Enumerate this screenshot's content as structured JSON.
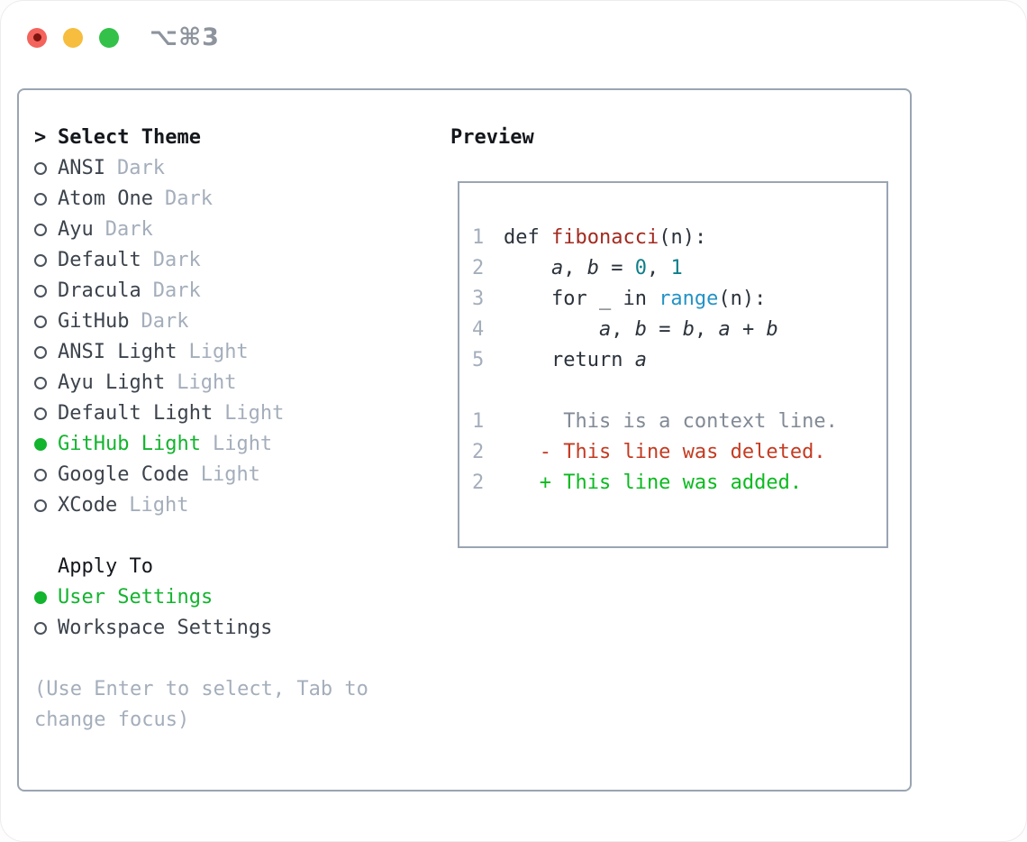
{
  "titlebar": {
    "shortcut": "⌥⌘3"
  },
  "theme_panel": {
    "cursor_glyph": ">",
    "title": "Select Theme",
    "themes": [
      {
        "name": "ANSI",
        "variant": "Dark",
        "selected": false
      },
      {
        "name": "Atom One",
        "variant": "Dark",
        "selected": false
      },
      {
        "name": "Ayu",
        "variant": "Dark",
        "selected": false
      },
      {
        "name": "Default",
        "variant": "Dark",
        "selected": false
      },
      {
        "name": "Dracula",
        "variant": "Dark",
        "selected": false
      },
      {
        "name": "GitHub",
        "variant": "Dark",
        "selected": false
      },
      {
        "name": "ANSI Light",
        "variant": "Light",
        "selected": false
      },
      {
        "name": "Ayu Light",
        "variant": "Light",
        "selected": false
      },
      {
        "name": "Default Light",
        "variant": "Light",
        "selected": false
      },
      {
        "name": "GitHub Light",
        "variant": "Light",
        "selected": true
      },
      {
        "name": "Google Code",
        "variant": "Light",
        "selected": false
      },
      {
        "name": "XCode",
        "variant": "Light",
        "selected": false
      }
    ],
    "apply_to": {
      "title": "Apply To",
      "options": [
        {
          "label": "User Settings",
          "selected": true
        },
        {
          "label": "Workspace Settings",
          "selected": false
        }
      ]
    },
    "hint": "(Use Enter to select, Tab to change focus)"
  },
  "preview": {
    "title": "Preview",
    "lines": [
      {
        "num": "1",
        "tokens": [
          {
            "t": "def ",
            "c": "plain"
          },
          {
            "t": "fibonacci",
            "c": "fn"
          },
          {
            "t": "(n):",
            "c": "plain"
          }
        ]
      },
      {
        "num": "2",
        "tokens": [
          {
            "t": "    ",
            "c": "plain"
          },
          {
            "t": "a",
            "c": "var"
          },
          {
            "t": ", ",
            "c": "plain"
          },
          {
            "t": "b",
            "c": "var"
          },
          {
            "t": " = ",
            "c": "plain"
          },
          {
            "t": "0",
            "c": "lit"
          },
          {
            "t": ", ",
            "c": "plain"
          },
          {
            "t": "1",
            "c": "lit"
          }
        ]
      },
      {
        "num": "3",
        "tokens": [
          {
            "t": "    for _ in ",
            "c": "plain"
          },
          {
            "t": "range",
            "c": "builtin"
          },
          {
            "t": "(n):",
            "c": "plain"
          }
        ]
      },
      {
        "num": "4",
        "tokens": [
          {
            "t": "        ",
            "c": "plain"
          },
          {
            "t": "a",
            "c": "var"
          },
          {
            "t": ", ",
            "c": "plain"
          },
          {
            "t": "b",
            "c": "var"
          },
          {
            "t": " = ",
            "c": "plain"
          },
          {
            "t": "b",
            "c": "var"
          },
          {
            "t": ", ",
            "c": "plain"
          },
          {
            "t": "a",
            "c": "var"
          },
          {
            "t": " + ",
            "c": "plain"
          },
          {
            "t": "b",
            "c": "var"
          }
        ]
      },
      {
        "num": "5",
        "tokens": [
          {
            "t": "    return ",
            "c": "plain"
          },
          {
            "t": "a",
            "c": "var"
          }
        ]
      },
      {
        "num": "",
        "tokens": []
      },
      {
        "num": "1",
        "tokens": [
          {
            "t": "     This is a context line.",
            "c": "ctx"
          }
        ]
      },
      {
        "num": "2",
        "tokens": [
          {
            "t": "   - This line was deleted.",
            "c": "del"
          }
        ]
      },
      {
        "num": "2",
        "tokens": [
          {
            "t": "   + This line was added.",
            "c": "add"
          }
        ]
      }
    ]
  },
  "colors": {
    "border": "#9aa5b2",
    "text_dark": "#3c434c",
    "muted": "#a4aebb",
    "black": "#14171c",
    "green": "#13b42e",
    "line_number": "#a4aebb",
    "code": "#2b323b",
    "function_red": "#a32a20",
    "number_literal_teal": "#0e7e8a",
    "builtin_blue": "#2492c6",
    "context_gray": "#818a95",
    "deleted_red": "#c43b22",
    "added_green": "#0cba20",
    "hint": "#a4aebb",
    "shortcut": "#8d949d",
    "traffic_red": "#f4635c",
    "traffic_red_dot": "#7e150e",
    "traffic_yellow": "#f6bd3e",
    "traffic_green": "#33c149"
  }
}
